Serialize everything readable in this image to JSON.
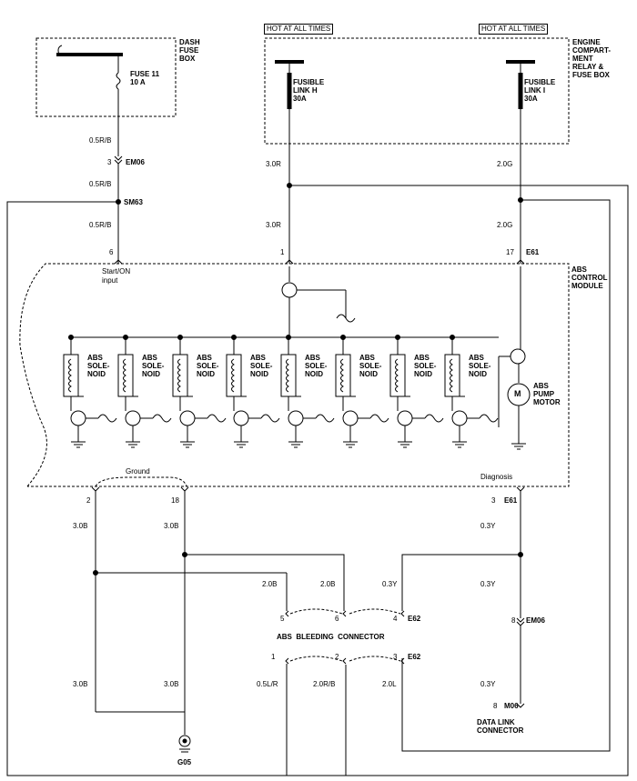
{
  "hot_labels": [
    "HOT AT ALL TIMES",
    "HOT AT ALL TIMES"
  ],
  "dash_fuse_box": {
    "title": "DASH\nFUSE\nBOX",
    "fuse": "FUSE 11\n10 A"
  },
  "engine_box": {
    "title": "ENGINE\nCOMPART-\nMENT\nRELAY &\nFUSE BOX",
    "link_h": "FUSIBLE\nLINK H\n30A",
    "link_i": "FUSIBLE\nLINK I\n30A"
  },
  "wires": {
    "w05rb_1": "0.5R/B",
    "w05rb_2": "0.5R/B",
    "w05rb_3": "0.5R/B",
    "w30r_1": "3.0R",
    "w30r_2": "3.0R",
    "w20g_1": "2.0G",
    "w20g_2": "2.0G",
    "w30b_1": "3.0B",
    "w30b_2": "3.0B",
    "w30b_3": "3.0B",
    "w30b_4": "3.0B",
    "w20b_1": "2.0B",
    "w20b_2": "2.0B",
    "w03y_1": "0.3Y",
    "w03y_2": "0.3Y",
    "w03y_3": "0.3Y",
    "w03y_4": "0.3Y",
    "w05lr": "0.5L/R",
    "w20rb": "2.0R/B",
    "w20l": "2.0L"
  },
  "connectors": {
    "em06_top": "EM06",
    "sm63": "SM63",
    "e61_top": "E61",
    "e61_bottom": "E61",
    "e62_top": "E62",
    "e62_bottom": "E62",
    "em06_bottom": "EM06",
    "m06": "M06",
    "g05": "G05"
  },
  "pins": {
    "p3_em06": "3",
    "p6_top": "6",
    "p1_top": "1",
    "p17_top": "17",
    "p2_bot": "2",
    "p18_bot": "18",
    "p3_bot": "3",
    "p5_bc": "5",
    "p6_bc": "6",
    "p4_bc": "4",
    "p1_bc": "1",
    "p2_bc": "2",
    "p3_bc": "3",
    "p8_em06": "8",
    "p8_m06": "8"
  },
  "module": {
    "title": "ABS\nCONTROL\nMODULE",
    "start_input": "Start/ON\ninput",
    "ground": "Ground",
    "diagnosis": "Diagnosis",
    "solenoid_label": "ABS\nSOLE-\nNOID",
    "pump_label": "ABS\nPUMP\nMOTOR",
    "motor_symbol": "M"
  },
  "bleeding_connector": "ABS  BLEEDING  CONNECTOR",
  "data_link_connector": "DATA LINK\nCONNECTOR"
}
